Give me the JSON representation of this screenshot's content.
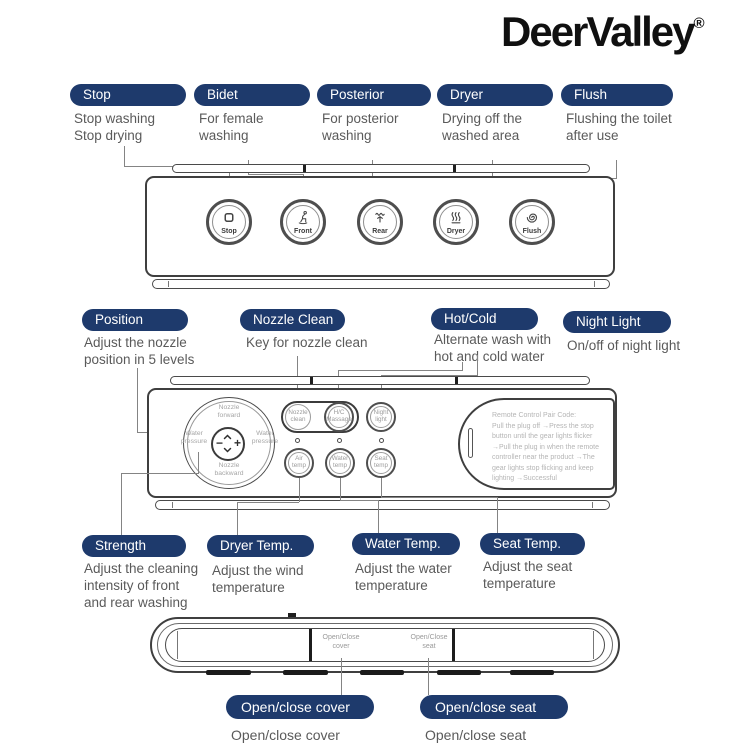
{
  "brand": {
    "name": "DeerValley",
    "reg": "®"
  },
  "colors": {
    "pill_bg": "#1e3a6c",
    "pill_text": "#ffffff",
    "desc_text": "#5a5a5a",
    "connector": "#848484",
    "device_outline": "#3f3f3f",
    "device_label": "#a0a0a0"
  },
  "callouts": {
    "top": [
      {
        "title": "Stop",
        "desc": "Stop washing\nStop drying"
      },
      {
        "title": "Bidet",
        "desc": "For female\nwashing"
      },
      {
        "title": "Posterior",
        "desc": "For posterior\nwashing"
      },
      {
        "title": "Dryer",
        "desc": "Drying off the\nwashed area"
      },
      {
        "title": "Flush",
        "desc": "Flushing the toilet\nafter use"
      }
    ],
    "middle": [
      {
        "title": "Position",
        "desc": "Adjust the nozzle\nposition in 5 levels"
      },
      {
        "title": "Nozzle Clean",
        "desc": "Key for nozzle clean"
      },
      {
        "title": "Hot/Cold",
        "desc": "Alternate wash with\nhot and cold water"
      },
      {
        "title": "Night Light",
        "desc": "On/off of night light"
      }
    ],
    "lower": [
      {
        "title": "Strength",
        "desc": "Adjust the cleaning\nintensity of front\nand rear washing"
      },
      {
        "title": "Dryer Temp.",
        "desc": "Adjust the wind\ntemperature"
      },
      {
        "title": "Water Temp.",
        "desc": "Adjust the water\ntemperature"
      },
      {
        "title": "Seat Temp.",
        "desc": "Adjust the seat\ntemperature"
      }
    ],
    "footer": [
      {
        "title": "Open/close cover",
        "desc": "Open/close cover"
      },
      {
        "title": "Open/close seat",
        "desc": "Open/close seat"
      }
    ]
  },
  "remote_top": {
    "buttons": [
      {
        "icon": "stop-square",
        "label": "Stop"
      },
      {
        "icon": "front-wash",
        "label": "Front"
      },
      {
        "icon": "rear-wash",
        "label": "Rear"
      },
      {
        "icon": "dryer-heat",
        "label": "Dryer"
      },
      {
        "icon": "flush-swirl",
        "label": "Flush"
      }
    ]
  },
  "remote_main": {
    "dial": {
      "top": "Nozzle\nforward",
      "bottom": "Nozzle\nbackward",
      "left": "Water\npressure",
      "right": "Water\npressure",
      "minus": "−",
      "plus": "+",
      "icons": [
        "minus",
        "plus",
        "up-chevron",
        "down-chevron"
      ]
    },
    "top_buttons": [
      {
        "label": "Nozzle\nclean"
      },
      {
        "label": "H/C\nMassage"
      },
      {
        "label": "Night\nlight"
      }
    ],
    "bottom_buttons": [
      {
        "label": "Air\ntemp"
      },
      {
        "label": "Water\ntemp"
      },
      {
        "label": "Seat\ntemp"
      }
    ],
    "pair_code": "Remote Control Pair Code:\nPull the plug off →Press the stop\nbutton until the gear lights flicker\n→Pull the plug in when the remote\ncontroller near the product →The\ngear lights stop flicking and keep\nlighting →Successful"
  },
  "remote_bottom": {
    "sections": [
      "Open/Close\ncover",
      "Open/Close\nseat"
    ]
  }
}
